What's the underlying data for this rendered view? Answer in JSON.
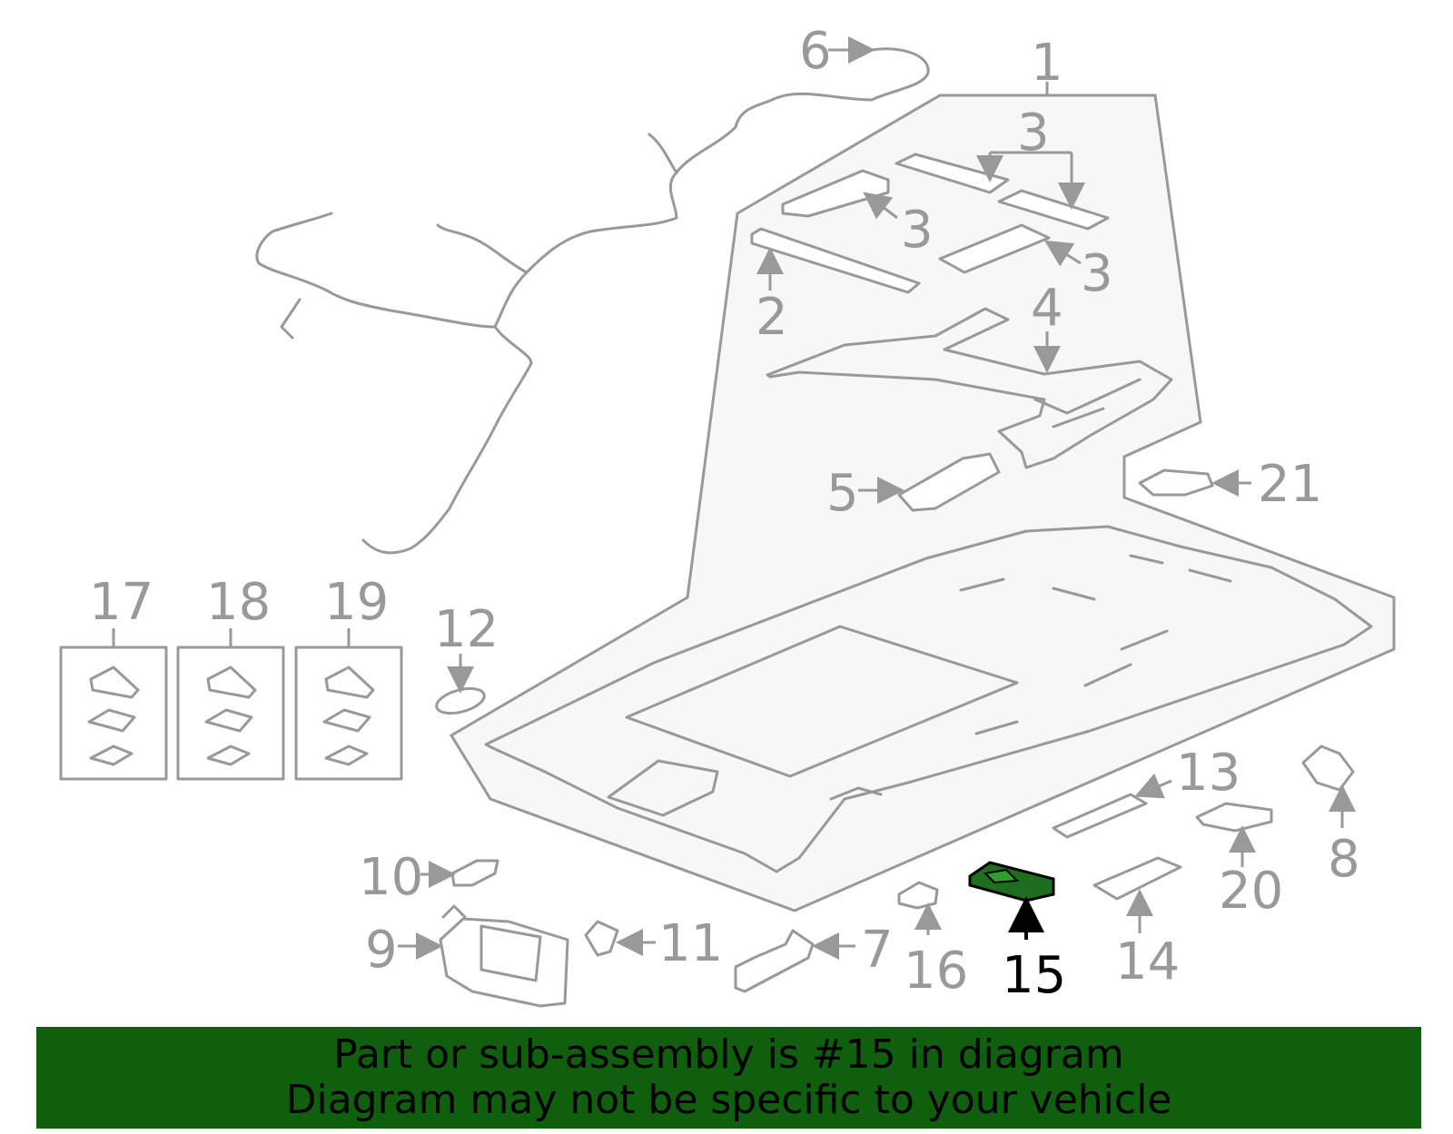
{
  "callouts": {
    "c1": "1",
    "c2": "2",
    "c3a": "3",
    "c3b": "3",
    "c3c": "3",
    "c4": "4",
    "c5": "5",
    "c6": "6",
    "c7": "7",
    "c8": "8",
    "c9": "9",
    "c10": "10",
    "c11": "11",
    "c12": "12",
    "c13": "13",
    "c14": "14",
    "c15": "15",
    "c16": "16",
    "c17": "17",
    "c18": "18",
    "c19": "19",
    "c20": "20",
    "c21": "21"
  },
  "highlight": {
    "part_number": "15",
    "color": "#1f6e1f"
  },
  "banner": {
    "line1": "Part or sub-assembly is #15 in diagram",
    "line2": "Diagram may not be specific to your vehicle",
    "background": "#0f5f0f"
  },
  "colors": {
    "line": "#999999",
    "region_fill": "#f7f7f7",
    "highlight_text": "#000000"
  }
}
